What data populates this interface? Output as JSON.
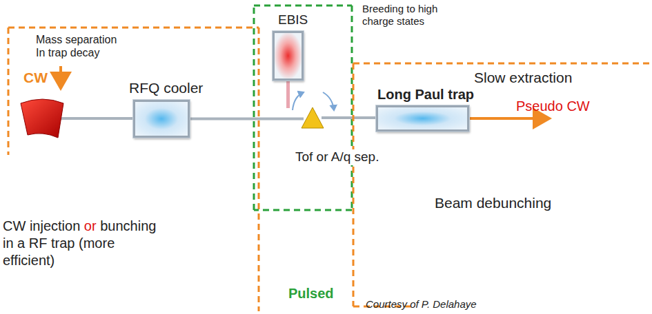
{
  "diagram": {
    "nodes": [
      {
        "text": [
          "Mass separation In trap decay",
          "CW"
        ]
      },
      {
        "text": [
          "RFQ cooler"
        ],
        "in": 0
      },
      {
        "text": [
          "Breeding to high charge states"
        ]
      },
      {
        "text": [
          "EBIS"
        ],
        "in": 2
      },
      {
        "text": [
          "Tof or A/q sep."
        ],
        "in": 2
      },
      {
        "text": [
          "Slow extraction",
          "Beam debunching"
        ]
      },
      {
        "text": [
          "Long Paul trap"
        ],
        "in": 5
      }
    ],
    "edges": [
      {
        "from": 1,
        "to": 4,
        "arrow": "none"
      },
      {
        "from": 3,
        "to": 4,
        "arrow": "none"
      },
      {
        "from": 4,
        "to": 6,
        "arrow": "none"
      }
    ],
    "labels": [
      "CW injection",
      "or",
      "bunching in a RF trap (more efficient)",
      "Pulsed",
      "Pseudo CW",
      "Courtesy of P. Delahaye"
    ]
  }
}
